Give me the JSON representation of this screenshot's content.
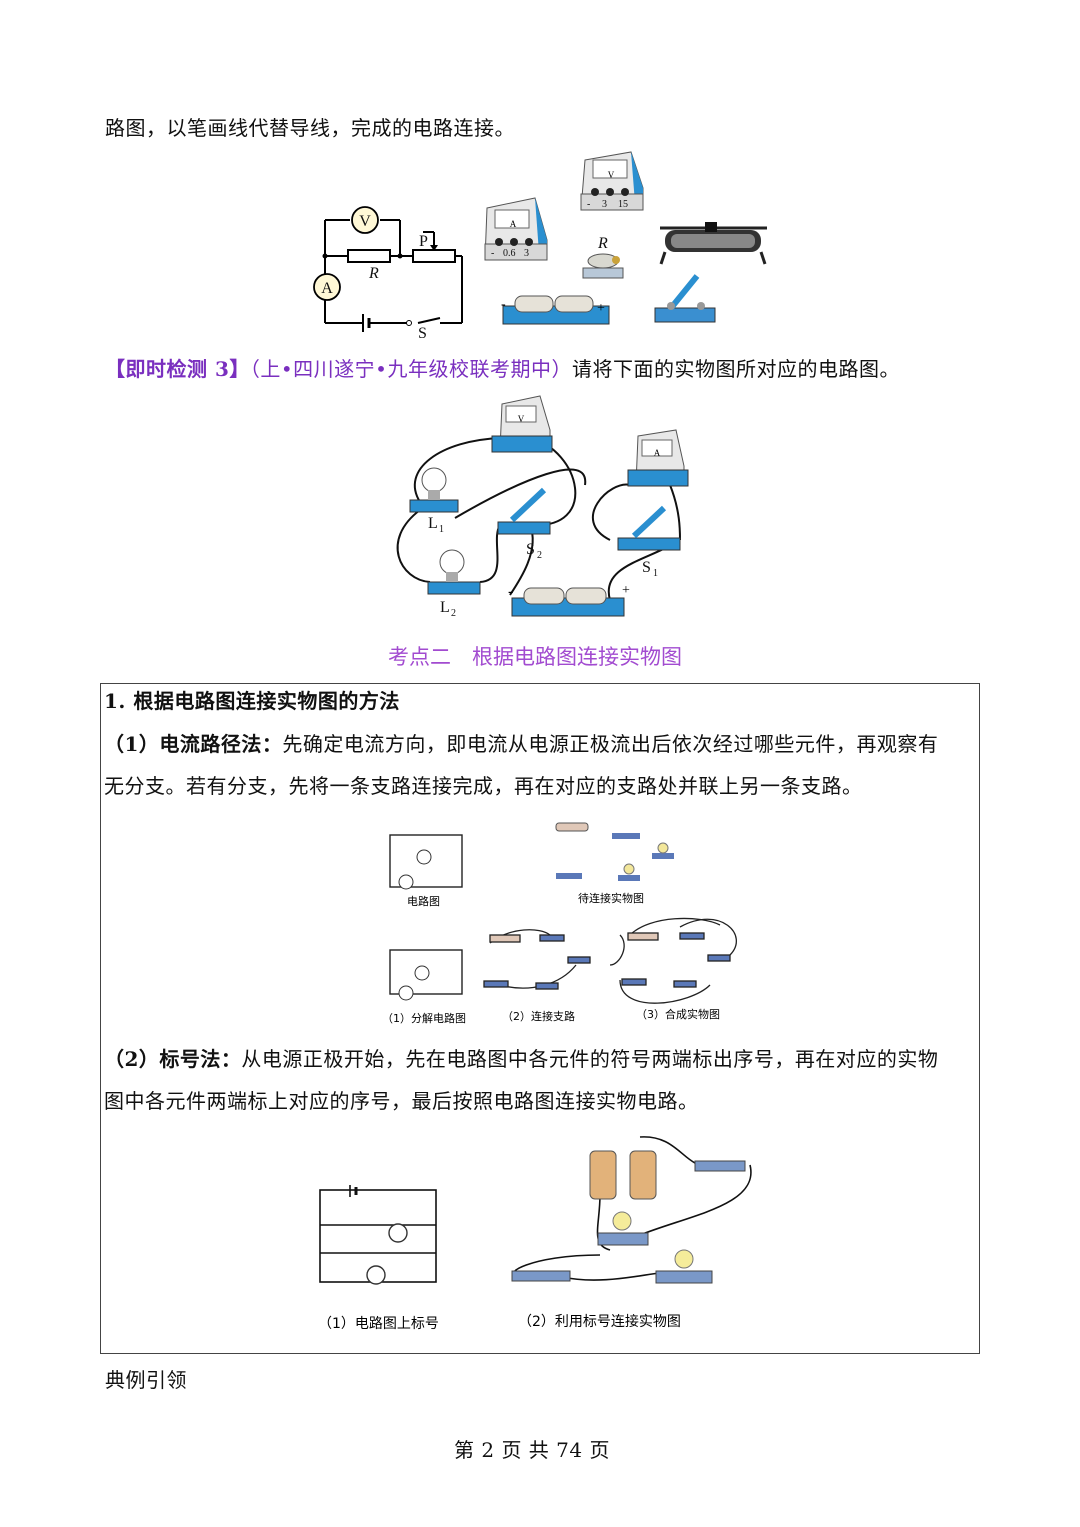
{
  "intro_line": "路图，以笔画线代替导线，完成的电路连接。",
  "fig1": {
    "labels": {
      "V": "V",
      "A": "A",
      "R": "R",
      "P": "P",
      "S": "S"
    },
    "ammeter_ticks": [
      "-",
      "0.6",
      "3"
    ],
    "voltmeter_ticks": [
      "-",
      "3",
      "15"
    ],
    "battery_minus": "-",
    "battery_plus": "+"
  },
  "exercise3": {
    "tag": "【即时检测 3】",
    "source": "（上•四川遂宁•九年级校联考期中）",
    "question": "请将下面的实物图所对应的电路图。"
  },
  "fig2": {
    "L1": "L",
    "L1_sub": "1",
    "L2": "L",
    "L2_sub": "2",
    "S1": "S",
    "S1_sub": "1",
    "S2": "S",
    "S2_sub": "2",
    "minus": "-",
    "plus": "+",
    "V": "V",
    "A": "A"
  },
  "section_title": "考点二　根据电路图连接实物图",
  "box": {
    "heading": "1. 根据电路图连接实物图的方法",
    "m1_label": "（1）电流路径法：",
    "m1_line1": "先确定电流方向，即电流从电源正极流出后依次经过哪些元件，再观察有",
    "m1_line2": "无分支。若有分支，先将一条支路连接完成，再在对应的支路处并联上另一条支路。",
    "fig3_captions": {
      "circuit": "电路图",
      "waiting": "待连接实物图",
      "step1": "（1）分解电路图",
      "step2": "（2）连接支路",
      "step3": "（3）合成实物图"
    },
    "m2_label": "（2）标号法：",
    "m2_line1": "从电源正极开始，先在电路图中各元件的符号两端标出序号，再在对应的实物",
    "m2_line2": "图中各元件两端标上对应的序号，最后按照电路图连接实物电路。",
    "fig4_captions": {
      "left": "（1）电路图上标号",
      "right": "（2）利用标号连接实物图"
    }
  },
  "examples_heading": "典例引领",
  "footer": "第 2 页 共 74 页",
  "colors": {
    "purple": "#7a2fbf",
    "instrument_blue": "#2a8fd0"
  }
}
